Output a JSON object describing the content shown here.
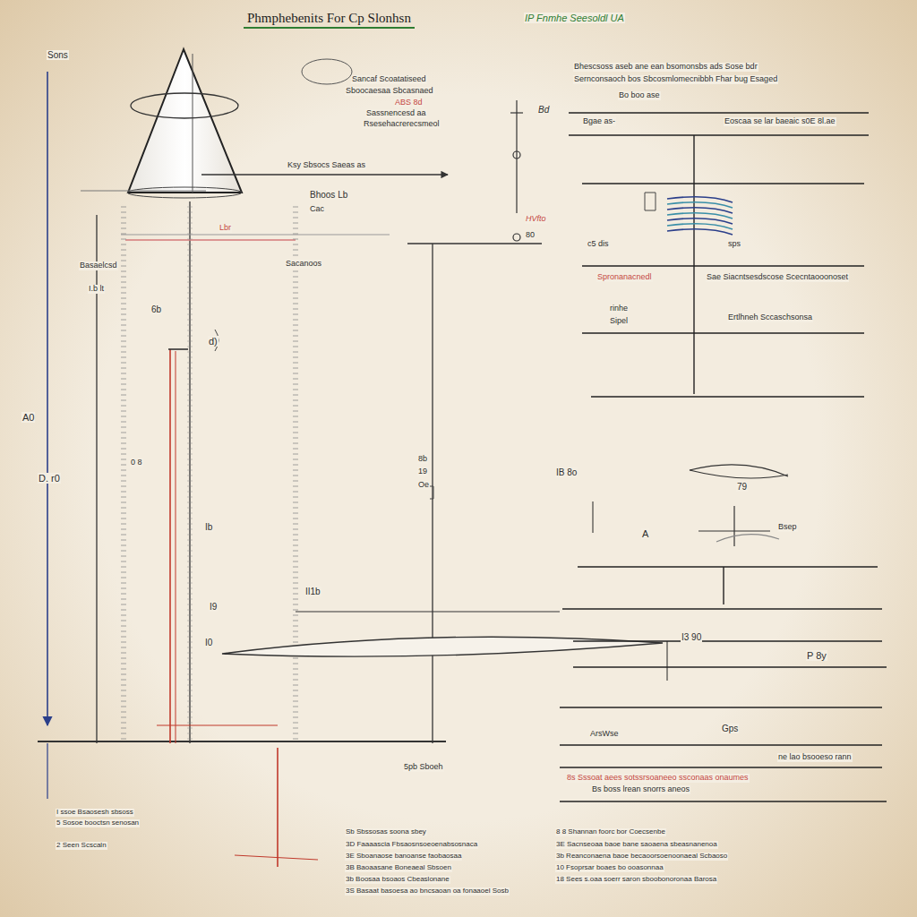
{
  "diagram": {
    "title": "Phmphebenits For Cp Slonhsn",
    "labels": [
      "IP Fnmhe Seesoldl UA",
      "Sons",
      "Sancaf Scoatatiseed",
      "Sboocaesaa Sbcasnaed",
      "ABS 8d",
      "Sassnencesd aa",
      "Rsesehacrerecsmeol",
      "Ksy Sbsocs Saeas as",
      "Bhoos Lb",
      "Cac",
      "Lbr",
      "Sacanoos",
      "Basaelcsd",
      "I.b lt",
      "6b",
      "d)",
      "A0",
      "D. r0",
      "0 8",
      "Ib",
      "II1b",
      "I9",
      "I0",
      "8b",
      "19",
      "Oe",
      "Bhescsoss aseb ane ean bsomonsbs ads Sose bdr",
      "Sernconsaoch bos Sbcosmlomecnibbh Fhar bug Esaged",
      "Bo boo ase",
      "Bd",
      "Bgae as-",
      "Eoscaa se lar baeaic s0E 8l.ae",
      "HVfto",
      "80",
      "c5 dis",
      "sps",
      "Spronanacnedl",
      "Sae Siacntsesdscose Scecntaooonoset",
      "rinhe",
      "Sipel",
      "Ertlhneh Sccaschsonsa",
      "IB 8o",
      "79",
      "A",
      "Bsep",
      "I3 90",
      "P 8y",
      "Gps",
      "ArsWse",
      "ne lao bsooeso rann",
      "8s Sssoat aees sotssrsoaneeo ssconaas onaumes",
      "Bs boss lrean snorrs aneos",
      "5pb Sboeh",
      "I ssoe Bsaosesh sbsoss",
      "5 Sosoe booctsn senosan",
      "2 Seen Scscaln",
      "Sb Sbssosas soona sbey",
      "3D Faaaascia Fbsaosnsoeoenabsosnaca",
      "3E Sboanaose banoanse faobaosaa",
      "3B Baoaasane Boneaeal Sbsoen",
      "3b Boosaa bsoaos Cbeaslonane",
      "3S Basaat basoesa ao bncsaoan oa fonaaoel Sosb",
      "8 8 Shannan foorc bor Coecsenbe",
      "3E Sacnseoaa baoe bane saoaena sbeasnanenoa",
      "3b Reanconaena baoe becaoorsoenoonaeal Scbaoso",
      "10 Fsoprsar boaes bo ooasonnaa",
      "18 Sees s.oaa soerr saron sboobonoronaa Barosa"
    ]
  }
}
